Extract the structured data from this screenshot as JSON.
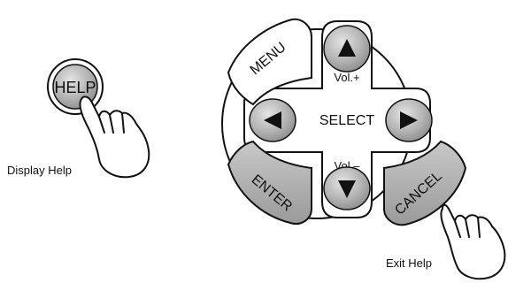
{
  "help_button": {
    "label": "HELP",
    "caption": "Display Help"
  },
  "pad": {
    "menu_label": "MENU",
    "select_label": "SELECT",
    "vol_up_label": "Vol.+",
    "vol_down_label": "Vol.–",
    "enter_label": "ENTER",
    "cancel_label": "CANCEL",
    "cancel_caption": "Exit Help"
  },
  "colors": {
    "button_fill": "#b5b5b5",
    "outline": "#111111",
    "background": "#ffffff"
  }
}
